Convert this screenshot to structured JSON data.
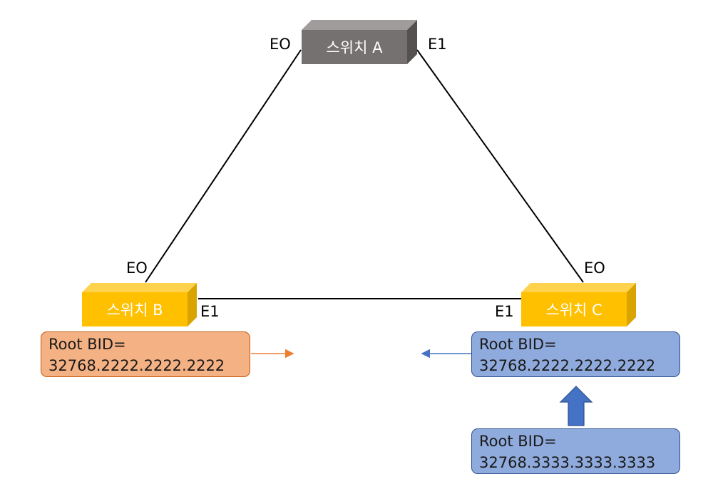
{
  "switches": {
    "a": {
      "label": "스위치 A",
      "color_front": "#767171",
      "color_top": "#a19c9c",
      "color_side": "#555151",
      "port_left": "EO",
      "port_right": "E1"
    },
    "b": {
      "label": "스위치 B",
      "color_front": "#ffc000",
      "color_top": "#ffd24d",
      "color_side": "#d9a300",
      "port_top": "EO",
      "port_right": "E1"
    },
    "c": {
      "label": "스위치 C",
      "color_front": "#ffc000",
      "color_top": "#ffd24d",
      "color_side": "#d9a300",
      "port_top": "EO",
      "port_left": "E1"
    }
  },
  "bid_boxes": {
    "b": {
      "line1": "Root BID=",
      "line2": "32768.2222.2222.2222",
      "fill": "#f4b183",
      "stroke": "#c55a11"
    },
    "c": {
      "line1": "Root BID=",
      "line2": "32768.2222.2222.2222",
      "fill": "#8faadc",
      "stroke": "#2f528f"
    },
    "c_own": {
      "line1": "Root BID=",
      "line2": "32768.3333.3333.3333",
      "fill": "#8faadc",
      "stroke": "#2f528f"
    }
  },
  "colors": {
    "link": "#000000",
    "arrow_orange": "#ed7d31",
    "arrow_blue": "#4472c4"
  }
}
